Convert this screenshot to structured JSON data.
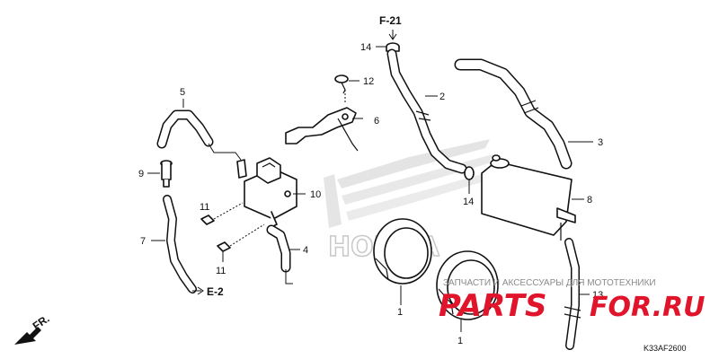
{
  "diagram": {
    "callouts": {
      "c1a": "1",
      "c1b": "1",
      "c2": "2",
      "c3": "3",
      "c4": "4",
      "c5": "5",
      "c6": "6",
      "c7": "7",
      "c8": "8",
      "c9": "9",
      "c10": "10",
      "c11a": "11",
      "c11b": "11",
      "c12": "12",
      "c13": "13",
      "c14a": "14",
      "c14b": "14"
    },
    "refs": {
      "top": "F-21",
      "left": "E-2"
    },
    "front_marker": "FR.",
    "part_code": "K33AF2600"
  },
  "watermark": {
    "caption": "ЗАПЧАСТИ И АКСЕССУАРЫ ДЛЯ МОТОТЕХНИКИ",
    "logo_left": "PARTS",
    "logo_right": "FOR.RU",
    "brand_word": "HONDA"
  },
  "colors": {
    "ink": "#111111",
    "watermark_red": "#e0142a",
    "watermark_gray": "#8a8a8a",
    "logo_gray": "#c8c8c8"
  }
}
